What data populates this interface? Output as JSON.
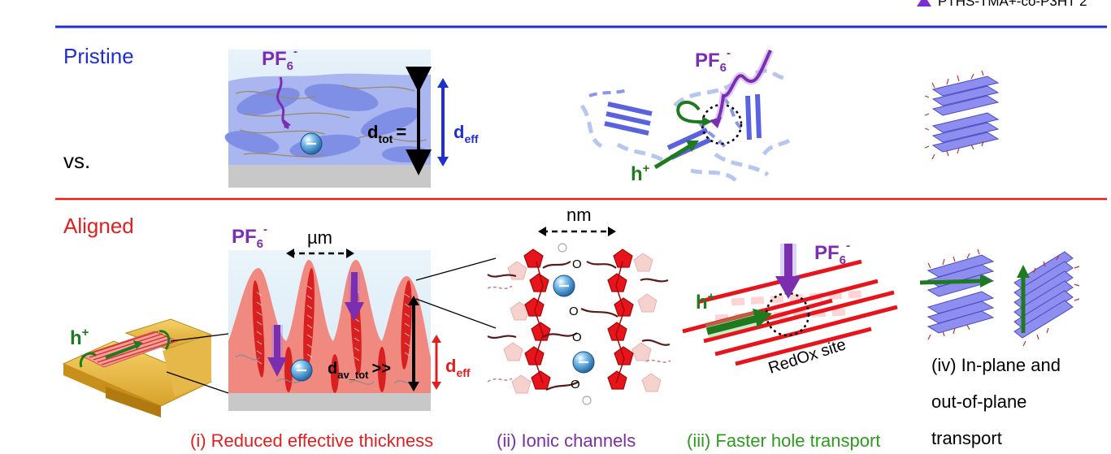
{
  "legend": {
    "text": "PTHS-TMA+-co-P3HT 2",
    "marker_color": "#7b2fd0"
  },
  "rows": {
    "pristine": {
      "label": "Pristine",
      "vs": "vs.",
      "line_color": "#1f2fd0",
      "text_color": "#1f2fd0"
    },
    "aligned": {
      "label": "Aligned",
      "line_color": "#e02020",
      "text_color": "#e02020"
    }
  },
  "pristine_panel": {
    "anion": "PF",
    "anion_sub": "6",
    "anion_sup": "-",
    "dtot": "d",
    "dtot_sub": "tot",
    "dtot_eq": "=",
    "deff": "d",
    "deff_sub": "eff",
    "ion_sign": "−"
  },
  "pristine_transport": {
    "anion": "PF",
    "anion_sub": "6",
    "anion_sup": "-",
    "hole": "h",
    "hole_sup": "+"
  },
  "aligned_panel": {
    "anion": "PF",
    "anion_sub": "6",
    "anion_sup": "-",
    "scale": "µm",
    "dav": "d",
    "dav_sub": "av_tot",
    "dav_rel": ">>",
    "deff": "d",
    "deff_sub": "eff",
    "ion_sign": "−"
  },
  "device": {
    "hole": "h",
    "hole_sup": "+"
  },
  "channels_panel": {
    "scale": "nm",
    "oxygen": "O",
    "ion_sign": "−"
  },
  "hole_panel": {
    "anion": "PF",
    "anion_sub": "6",
    "anion_sup": "-",
    "hole": "h",
    "hole_sup": "+",
    "site": "RedOx site"
  },
  "captions": {
    "i": {
      "text": "(i) Reduced effective thickness",
      "color": "#e02020"
    },
    "ii": {
      "text": "(ii) Ionic channels",
      "color": "#7b2fa0"
    },
    "iii": {
      "text": "(iii) Faster hole transport",
      "color": "#2e9a1e"
    },
    "iv_lines": [
      "(iv) In-plane and",
      "out-of-plane",
      "transport"
    ]
  },
  "colors": {
    "purple": "#7b2fb0",
    "green": "#1f7a1f",
    "blue": "#1f2fd0",
    "red": "#e02020",
    "film_blue": "#8a9be8",
    "film_red": "#f08a80",
    "substrate": "#c8c8c8"
  }
}
